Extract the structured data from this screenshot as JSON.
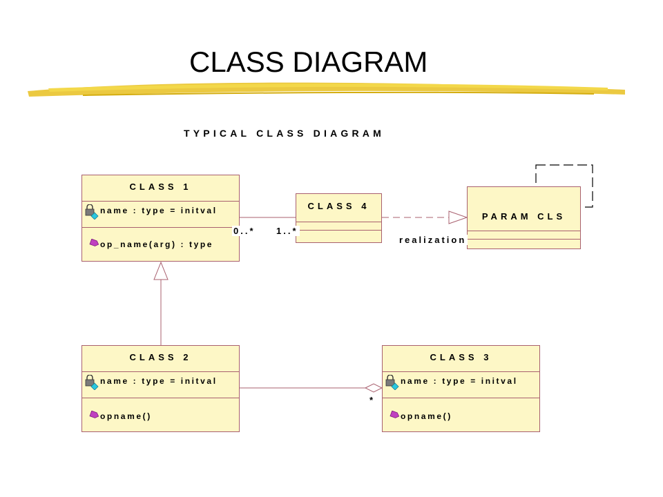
{
  "page": {
    "title": "CLASS DIAGRAM",
    "subtitle": "TYPICAL CLASS DIAGRAM"
  },
  "colors": {
    "class_fill": "#fdf7c6",
    "class_border": "#a85f6e",
    "underline": "#e8c020",
    "attribute_icon": "#29c7e0",
    "operation_icon": "#c040c0"
  },
  "classes": {
    "class1": {
      "name": "CLASS 1",
      "attribute": "name : type = initval",
      "operation": "op_name(arg) : type"
    },
    "class2": {
      "name": "CLASS 2",
      "attribute": "name : type = initval",
      "operation": "opname()"
    },
    "class3": {
      "name": "CLASS 3",
      "attribute": "name : type = initval",
      "operation": "opname()"
    },
    "class4": {
      "name": "CLASS 4"
    },
    "param": {
      "name": "PARAM CLS"
    }
  },
  "relations": {
    "association_mult_left": "0..*",
    "association_mult_right": "1..*",
    "realization_label": "realization",
    "aggregation_mult": "*"
  },
  "icons": {
    "attribute": "lock-attribute-icon",
    "operation": "operation-icon"
  }
}
